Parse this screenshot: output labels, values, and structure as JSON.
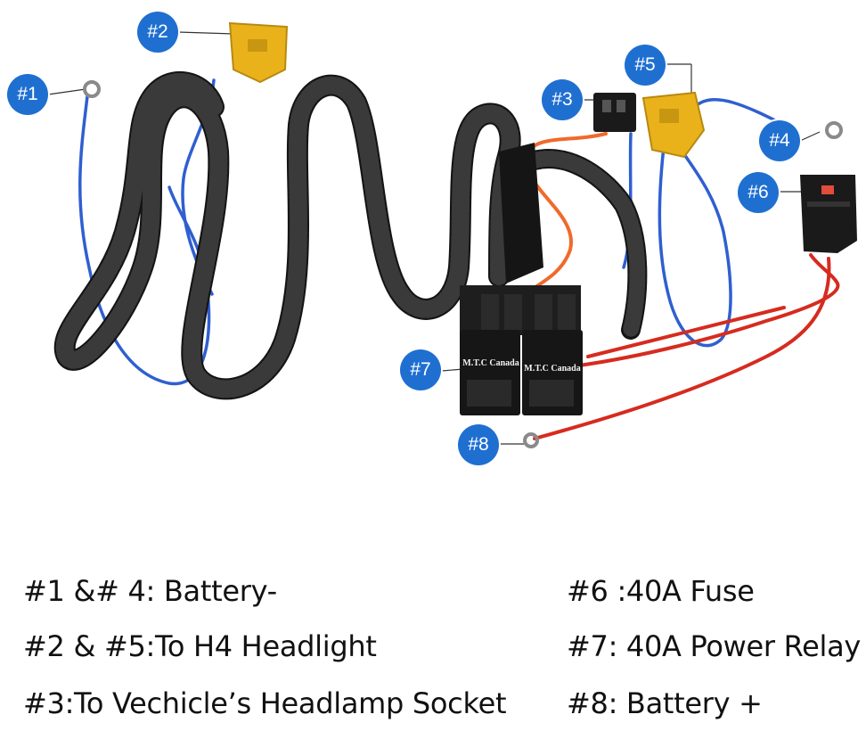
{
  "callouts": [
    {
      "label": "#1"
    },
    {
      "label": "#2"
    },
    {
      "label": "#3"
    },
    {
      "label": "#4"
    },
    {
      "label": "#5"
    },
    {
      "label": "#6"
    },
    {
      "label": "#7"
    },
    {
      "label": "#8"
    }
  ],
  "relay_labels": [
    "M.T.C Canada",
    "M.T.C Canada"
  ],
  "legend": {
    "left": [
      "#1 &# 4: Battery-",
      "#2 & #5:To H4 Headlight",
      "#3:To Vechicle’s Headlamp Socket"
    ],
    "right": [
      "#6 :40A Fuse",
      "#7: 40A Power Relay",
      "#8: Battery +"
    ]
  },
  "colors": {
    "callout": "#1f6fd1",
    "harness": "#1a1a1a",
    "wire_blue": "#2f5fd0",
    "wire_red": "#d62b1f",
    "wire_orange": "#f06a2c",
    "connector_yellow": "#e9b21b"
  }
}
